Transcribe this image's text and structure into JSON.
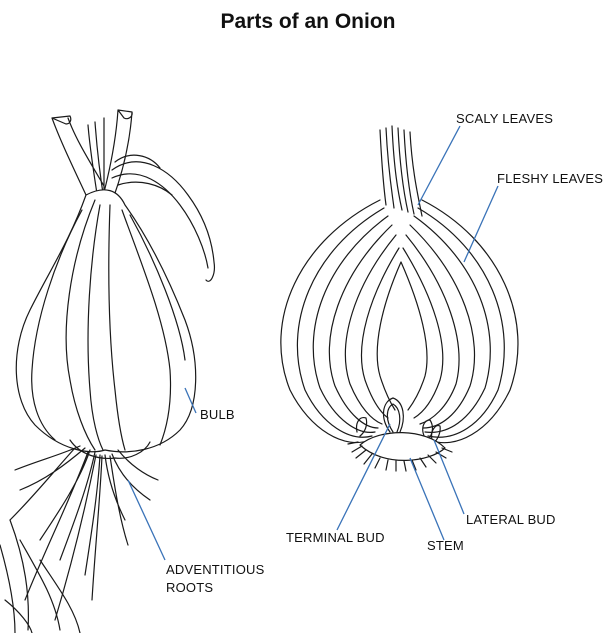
{
  "title": "Parts of an Onion",
  "labels": {
    "scaly_leaves": "SCALY LEAVES",
    "fleshy_leaves": "FLESHY LEAVES",
    "bulb": "BULB",
    "adventitious_roots_line1": "ADVENTITIOUS",
    "adventitious_roots_line2": "ROOTS",
    "terminal_bud": "TERMINAL BUD",
    "stem": "STEM",
    "lateral_bud": "LATERAL BUD"
  },
  "colors": {
    "leader_line": "#3a73b8",
    "ink": "#1a1a1a",
    "background": "#ffffff"
  }
}
